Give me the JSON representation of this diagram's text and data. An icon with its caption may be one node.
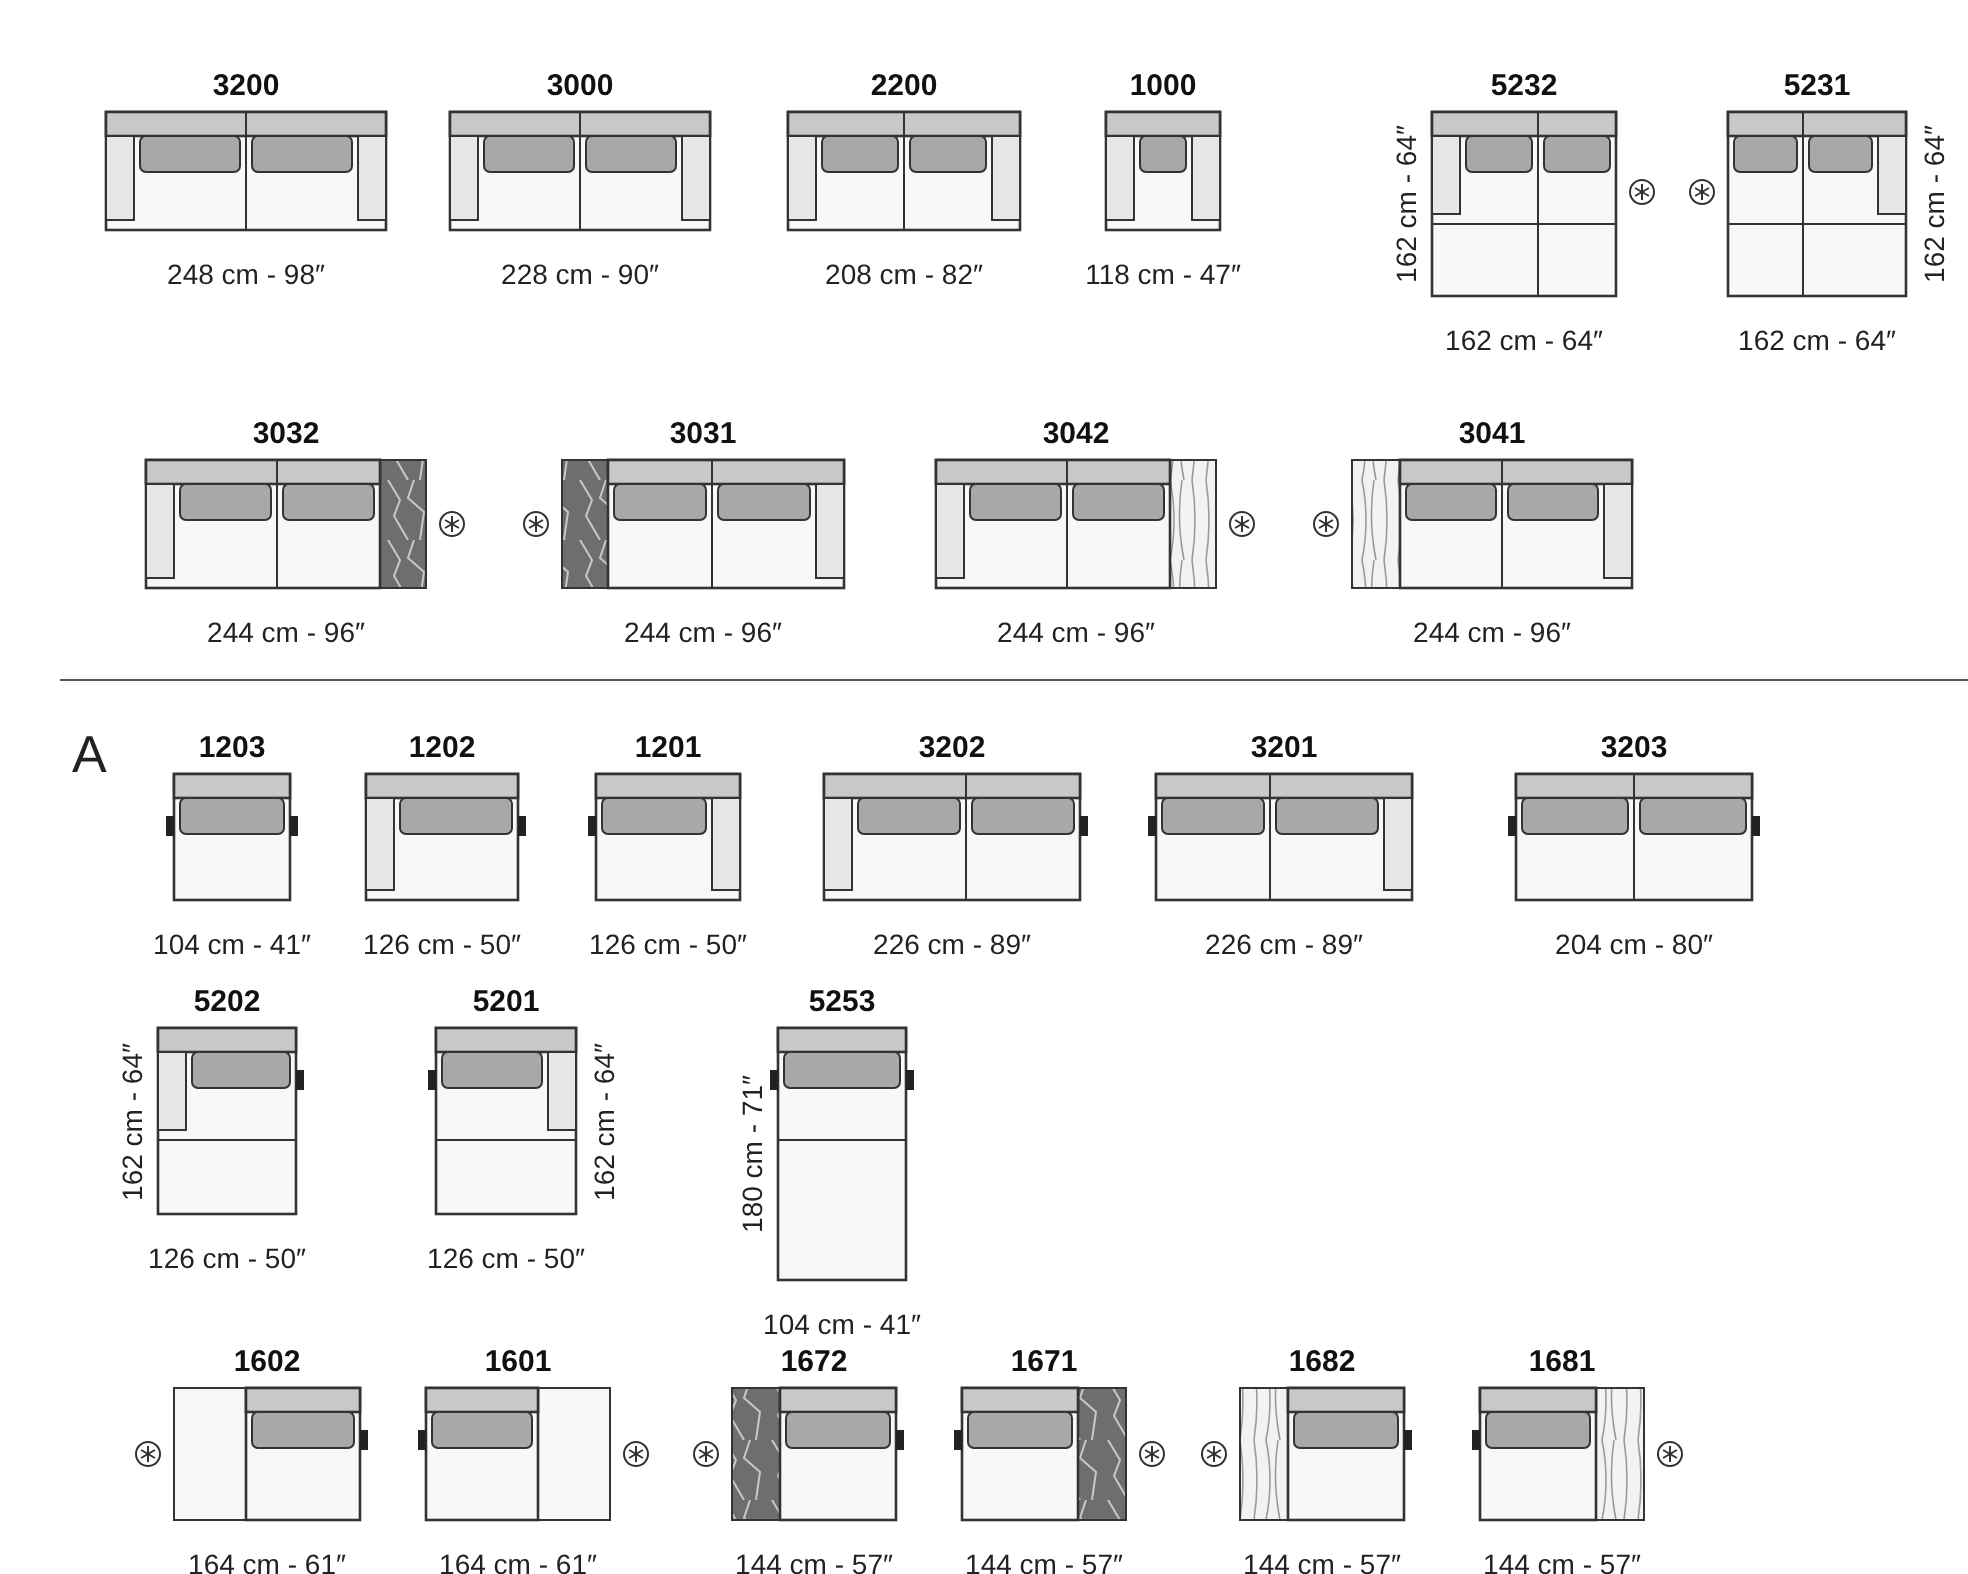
{
  "diagram": {
    "labels": [
      "3200",
      "248 cm - 98″",
      "3000",
      "228 cm - 90″",
      "2200",
      "208 cm - 82″",
      "1000",
      "118 cm - 47″",
      "5232",
      "162 cm - 64″",
      "162 cm - 64″",
      "5231",
      "162 cm - 64″",
      "162 cm - 64″",
      "3032",
      "244 cm - 96″",
      "3031",
      "244 cm - 96″",
      "3042",
      "244 cm - 96″",
      "3041",
      "244 cm - 96″",
      "A",
      "1203",
      "104 cm - 41″",
      "1202",
      "126 cm - 50″",
      "1201",
      "126 cm - 50″",
      "3202",
      "226 cm - 89″",
      "3201",
      "226 cm - 89″",
      "3203",
      "204 cm - 80″",
      "5202",
      "126 cm - 50″",
      "162 cm - 64″",
      "5201",
      "126 cm - 50″",
      "162 cm - 64″",
      "5253",
      "104 cm - 41″",
      "180 cm - 71″",
      "1602",
      "164 cm - 61″",
      "1601",
      "164 cm - 61″",
      "1672",
      "144 cm - 57″",
      "1671",
      "144 cm - 57″",
      "1682",
      "144 cm - 57″",
      "1681",
      "144 cm - 57″"
    ]
  }
}
